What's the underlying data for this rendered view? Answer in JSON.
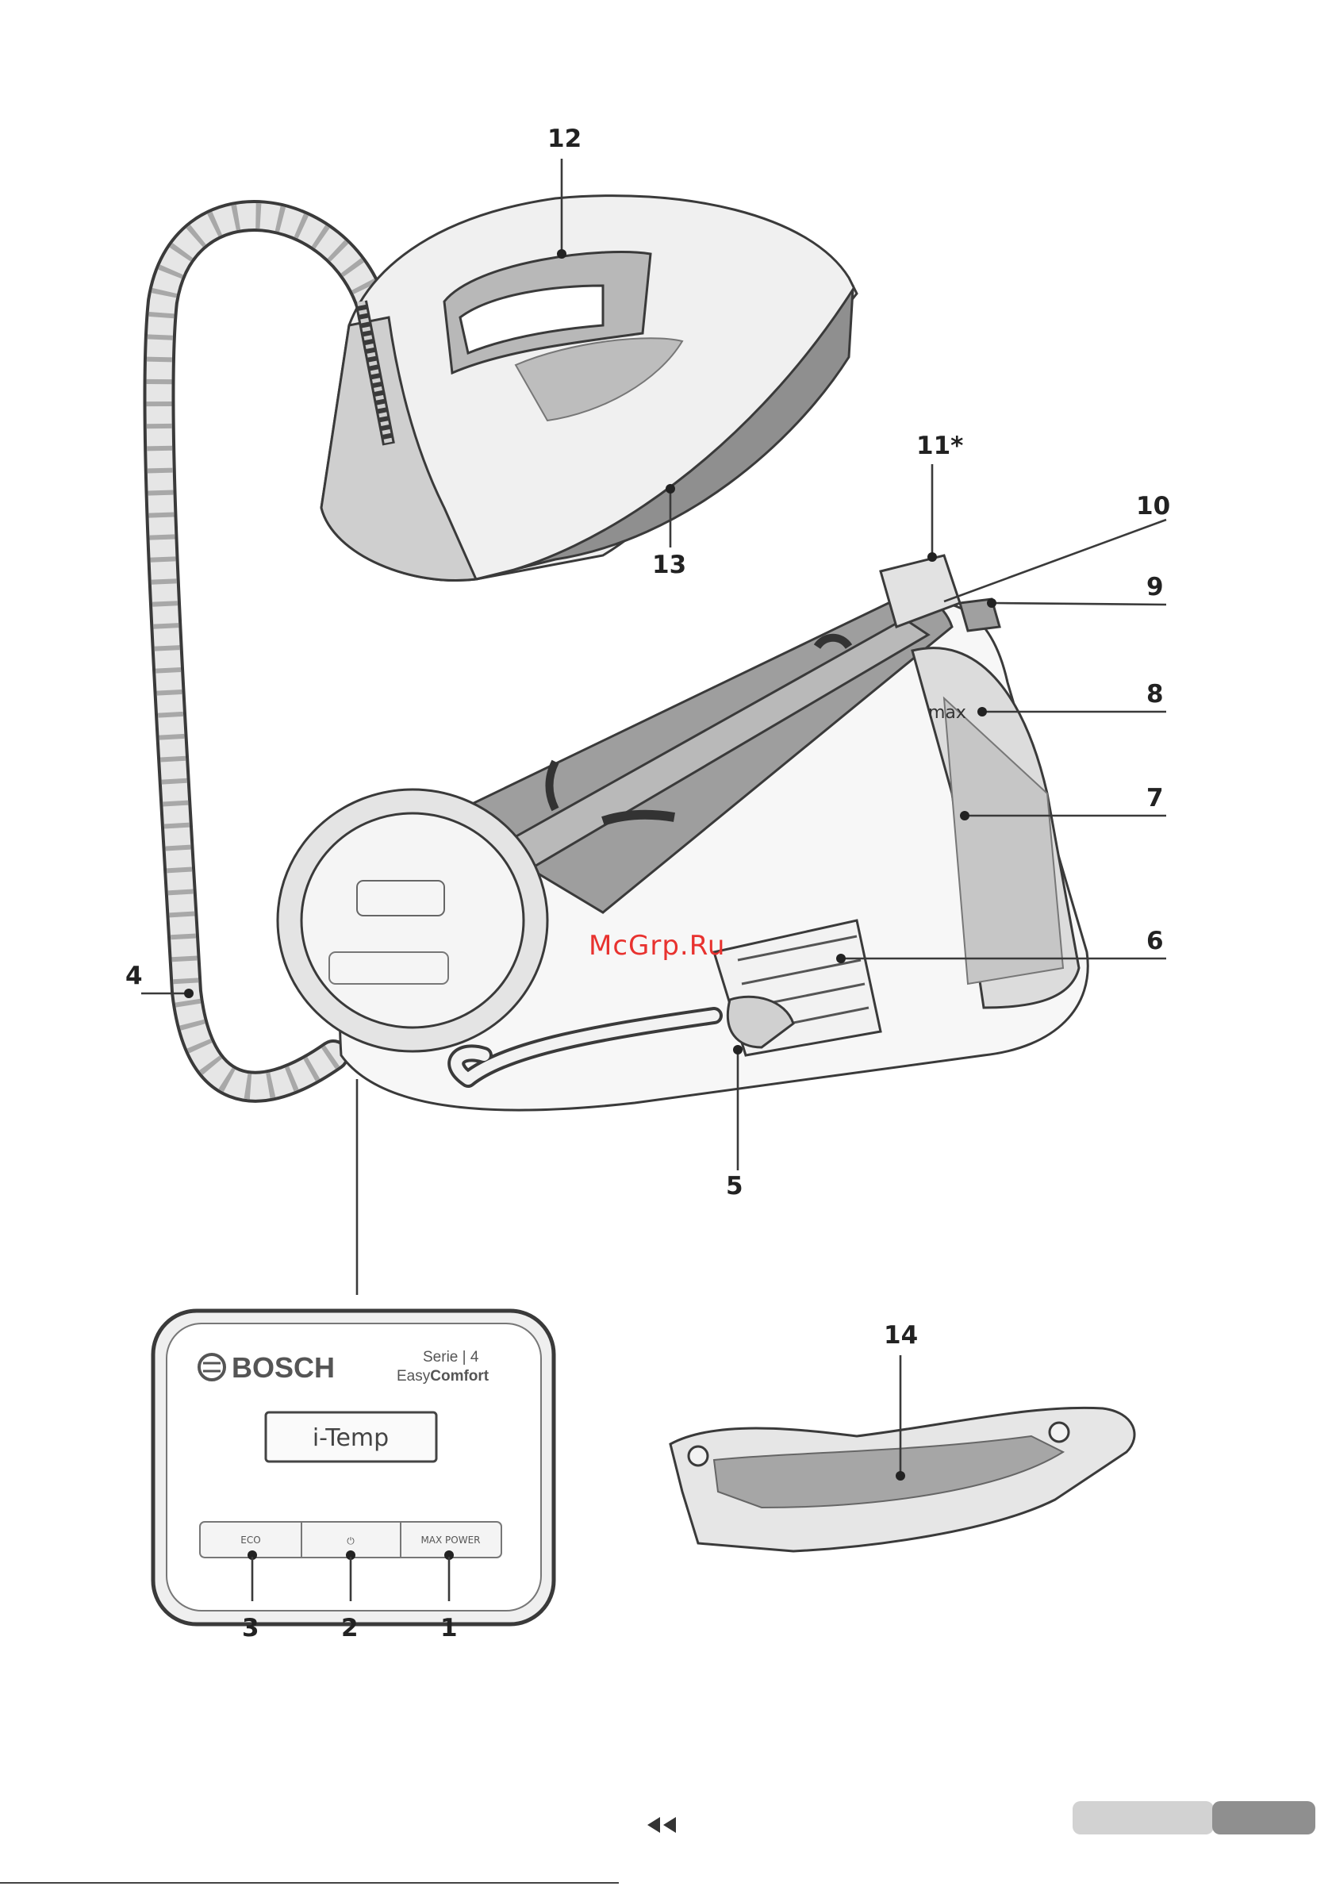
{
  "watermark": "McGrp.Ru",
  "callouts": [
    "12",
    "11*",
    "10",
    "9",
    "8",
    "7",
    "6",
    "5",
    "4",
    "13",
    "14",
    "3",
    "2",
    "1"
  ],
  "labels": {
    "max_mark": "max"
  },
  "control_panel": {
    "brand": "BOSCH",
    "series_line1": "Serie | 4",
    "series_line2a": "Easy",
    "series_line2b": "Comfort",
    "display": "i-Temp",
    "buttons": [
      "ECO",
      "⏻",
      "MAX POWER"
    ]
  },
  "nav": {
    "back_icon": "double-left-arrow-icon"
  },
  "colors": {
    "outline": "#3a3a3a",
    "mid_gray": "#9a9a9a",
    "light_gray": "#d9d9d9",
    "watermark": "#e8322f"
  }
}
